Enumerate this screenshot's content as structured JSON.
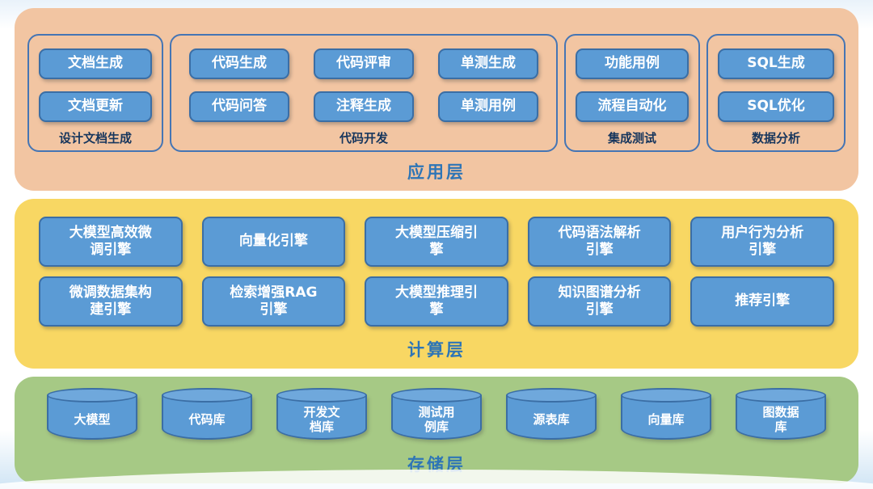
{
  "application_layer": {
    "label": "应用层",
    "groups": [
      {
        "label": "设计文档生成",
        "items": [
          "文档生成",
          "文档更新"
        ]
      },
      {
        "label": "代码开发",
        "items": [
          "代码生成",
          "代码评审",
          "单测生成",
          "代码问答",
          "注释生成",
          "单测用例"
        ]
      },
      {
        "label": "集成测试",
        "items": [
          "功能用例",
          "流程自动化"
        ]
      },
      {
        "label": "数据分析",
        "items": [
          "SQL生成",
          "SQL优化"
        ]
      }
    ]
  },
  "compute_layer": {
    "label": "计算层",
    "rows": [
      [
        "大模型高效微\n调引擎",
        "向量化引擎",
        "大模型压缩引\n擎",
        "代码语法解析\n引擎",
        "用户行为分析\n引擎"
      ],
      [
        "微调数据集构\n建引擎",
        "检索增强RAG\n引擎",
        "大模型推理引\n擎",
        "知识图谱分析\n引擎",
        "推荐引擎"
      ]
    ]
  },
  "storage_layer": {
    "label": "存储层",
    "items": [
      "大模型",
      "代码库",
      "开发文\n档库",
      "测试用\n例库",
      "源表库",
      "向量库",
      "图数据\n库"
    ]
  },
  "colors": {
    "application_bg": "#f2c5a2",
    "compute_bg": "#f8d763",
    "storage_bg": "#a6c985",
    "node_fill": "#5b9bd5",
    "node_border": "#3b6ea5",
    "cylinder_top": "#6fa8dc",
    "group_border": "#4575b4",
    "layer_label": "#2e75b6",
    "group_label": "#17365d"
  }
}
